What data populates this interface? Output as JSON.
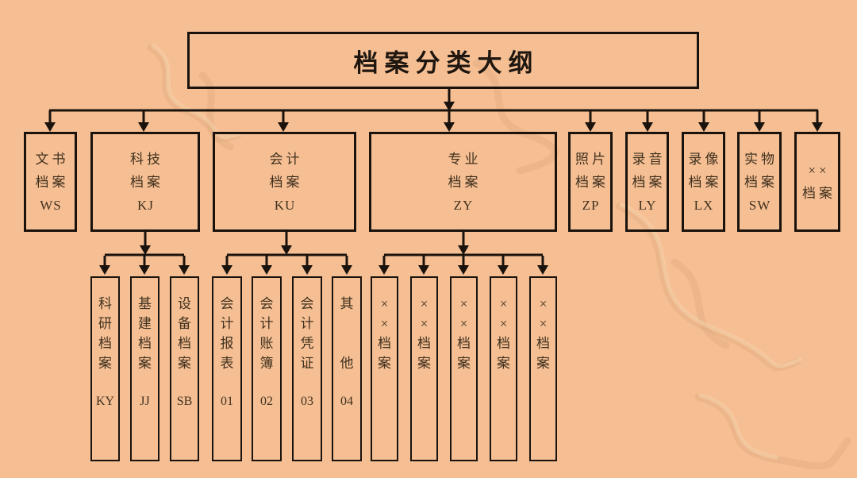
{
  "colors": {
    "background": "#F6BF93",
    "line_and_border": "#1a130d",
    "box_text": "#40311f",
    "title_text": "#1e160f",
    "watermark": "#dca87c"
  },
  "title": {
    "text": "档案分类大纲"
  },
  "level2": {
    "boxes": [
      {
        "line1": "文书",
        "line2": "档案",
        "code": "WS"
      },
      {
        "line1": "科技",
        "line2": "档案",
        "code": "KJ"
      },
      {
        "line1": "会计",
        "line2": "档案",
        "code": "KU"
      },
      {
        "line1": "专业",
        "line2": "档案",
        "code": "ZY"
      },
      {
        "line1": "照片",
        "line2": "档案",
        "code": "ZP"
      },
      {
        "line1": "录音",
        "line2": "档案",
        "code": "LY"
      },
      {
        "line1": "录像",
        "line2": "档案",
        "code": "LX"
      },
      {
        "line1": "实物",
        "line2": "档案",
        "code": "SW"
      },
      {
        "line1": "××",
        "line2": "档案"
      }
    ]
  },
  "level3": {
    "kj_children": [
      {
        "chars": "科研档案",
        "code": "KY"
      },
      {
        "chars": "基建档案",
        "code": "JJ"
      },
      {
        "chars": "设备档案",
        "code": "SB"
      }
    ],
    "ku_children": [
      {
        "chars": "会计报表",
        "code": "01"
      },
      {
        "chars": "会计账簿",
        "code": "02"
      },
      {
        "chars": "会计凭证",
        "code": "03"
      },
      {
        "chars": "其他",
        "code": "04"
      }
    ],
    "zy_children": [
      {
        "chars": "××档案"
      },
      {
        "chars": "××档案"
      },
      {
        "chars": "××档案"
      },
      {
        "chars": "××档案"
      },
      {
        "chars": "××档案"
      }
    ]
  }
}
